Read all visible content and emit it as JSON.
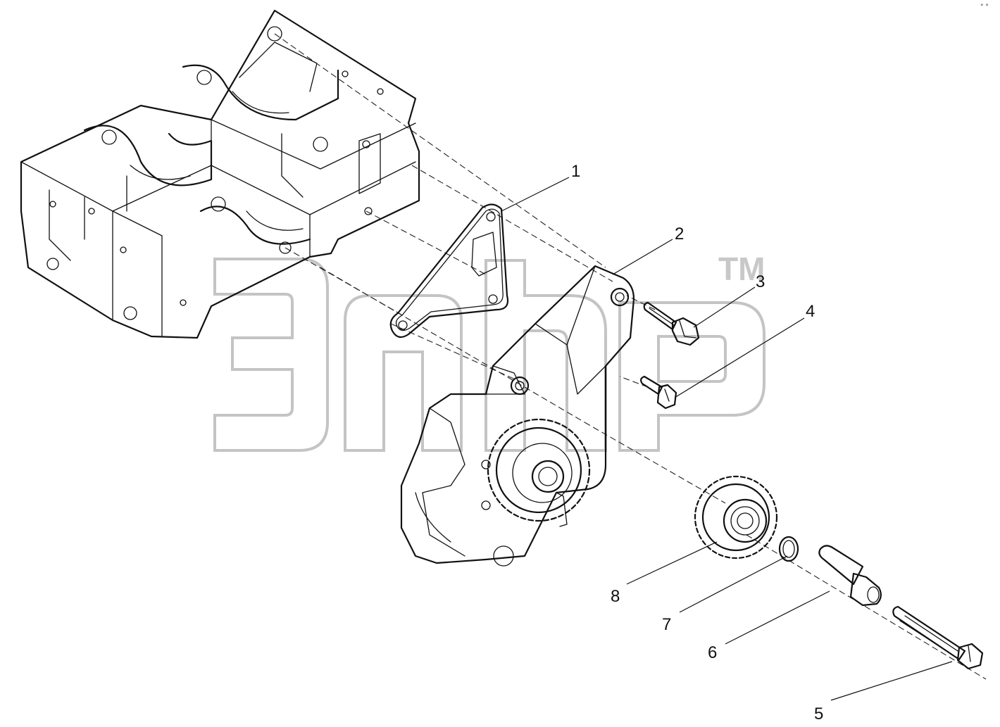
{
  "watermark": {
    "trademark": "TM",
    "color": "#c4c4c4"
  },
  "corner_mark": "° °",
  "callouts": [
    {
      "number": "1",
      "label": "1"
    },
    {
      "number": "2",
      "label": "2"
    },
    {
      "number": "3",
      "label": "3"
    },
    {
      "number": "4",
      "label": "4"
    },
    {
      "number": "5",
      "label": "5"
    },
    {
      "number": "6",
      "label": "6"
    },
    {
      "number": "7",
      "label": "7"
    },
    {
      "number": "8",
      "label": "8"
    }
  ],
  "colors": {
    "line": "#111111",
    "background": "#ffffff"
  }
}
